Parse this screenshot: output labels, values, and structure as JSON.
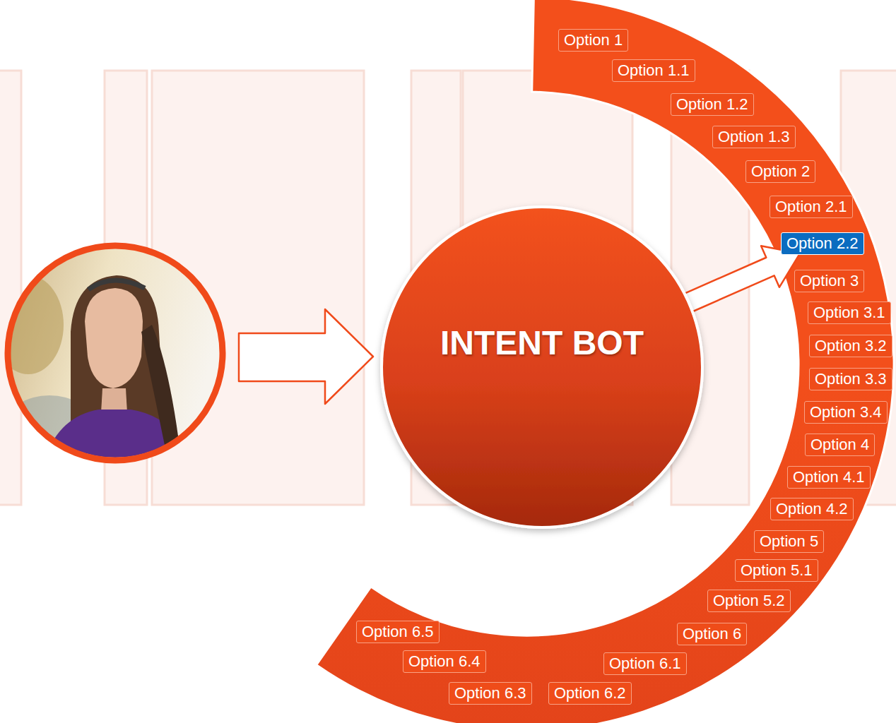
{
  "diagram": {
    "nodes": [
      {
        "text": [
          "INTENT BOT"
        ]
      },
      {
        "text": [
          "Option 1"
        ]
      },
      {
        "text": [
          "Option 1.1"
        ]
      },
      {
        "text": [
          "Option 1.2"
        ]
      },
      {
        "text": [
          "Option 1.3"
        ]
      },
      {
        "text": [
          "Option 2"
        ]
      },
      {
        "text": [
          "Option 2.1"
        ]
      },
      {
        "text": [
          "Option 2.2"
        ]
      },
      {
        "text": [
          "Option 3"
        ]
      },
      {
        "text": [
          "Option 3.1"
        ]
      },
      {
        "text": [
          "Option 3.2"
        ]
      },
      {
        "text": [
          "Option 3.3"
        ]
      },
      {
        "text": [
          "Option 3.4"
        ]
      },
      {
        "text": [
          "Option 4"
        ]
      },
      {
        "text": [
          "Option 4.1"
        ]
      },
      {
        "text": [
          "Option 4.2"
        ]
      },
      {
        "text": [
          "Option 5"
        ]
      },
      {
        "text": [
          "Option 5.1"
        ]
      },
      {
        "text": [
          "Option 5.2"
        ]
      },
      {
        "text": [
          "Option 6"
        ]
      },
      {
        "text": [
          "Option 6.1"
        ]
      },
      {
        "text": [
          "Option 6.2"
        ]
      },
      {
        "text": [
          "Option 6.3"
        ]
      },
      {
        "text": [
          "Option 6.4"
        ]
      },
      {
        "text": [
          "Option 6.5"
        ]
      }
    ],
    "edges": [
      {
        "from": 0,
        "to": 7,
        "arrow": "to"
      }
    ]
  }
}
